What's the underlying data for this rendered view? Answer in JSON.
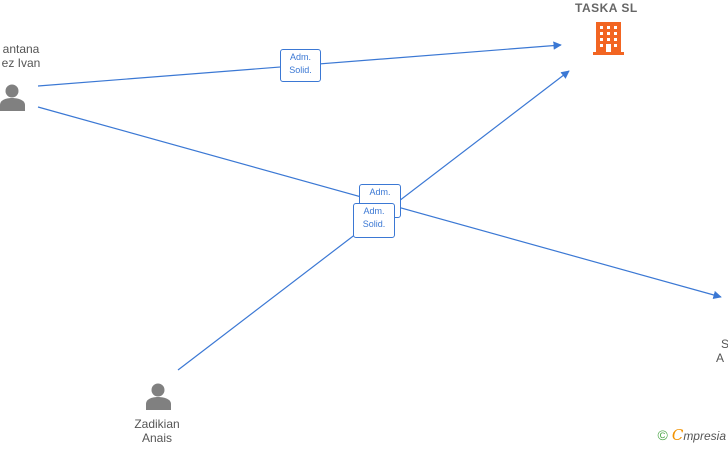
{
  "company": {
    "name": "TASKA  SL",
    "icon": "building-icon",
    "color": "#f26522"
  },
  "persons": {
    "top_left": {
      "line1": "antana",
      "line2": "ez Ivan",
      "icon": "person-icon"
    },
    "bottom": {
      "line1": "Zadikian",
      "line2": "Anais",
      "icon": "person-icon"
    },
    "right": {
      "line1": "S",
      "line2": "A"
    }
  },
  "edges": {
    "top": {
      "line1": "Adm.",
      "line2": "Solid."
    },
    "middle_back": {
      "line1": "Adm."
    },
    "middle_front": {
      "line1": "Adm.",
      "line2": "Solid."
    }
  },
  "colors": {
    "edge": "#3b78d4",
    "person": "#808080"
  },
  "brand": {
    "copyright": "©",
    "initial": "C",
    "rest": "mpresia"
  }
}
